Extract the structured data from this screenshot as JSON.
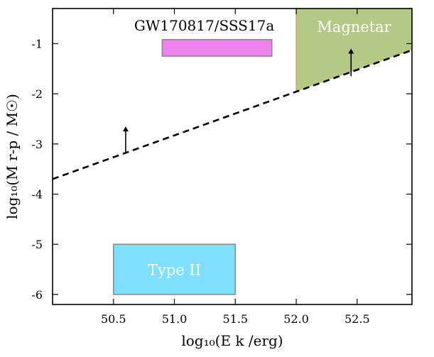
{
  "chart_data": {
    "type": "scatter",
    "title": "",
    "xlabel": "log₁₀(E k /erg)",
    "ylabel": "log₁₀(M r-p / M☉)",
    "xlim": [
      50.0,
      52.95
    ],
    "ylim": [
      -6.2,
      -0.3
    ],
    "x_ticks": [
      50.5,
      51.0,
      51.5,
      52.0,
      52.5
    ],
    "x_tick_labels": [
      "50.5",
      "51.0",
      "51.5",
      "52.0",
      "52.5"
    ],
    "y_ticks": [
      -1,
      -2,
      -3,
      -4,
      -5,
      -6
    ],
    "y_tick_labels": [
      "-1",
      "-2",
      "-3",
      "-4",
      "-5",
      "-6"
    ],
    "grid": false,
    "regions": [
      {
        "name": "GW170817/SSS17a",
        "label": "GW170817/SSS17a",
        "x": [
          50.9,
          51.8
        ],
        "y": [
          -1.25,
          -0.92
        ],
        "color": "#ee82ee",
        "label_position": "above"
      },
      {
        "name": "Type II",
        "label": "Type II",
        "x": [
          50.5,
          51.5
        ],
        "y": [
          -6.0,
          -5.0
        ],
        "color": "#7fdfff",
        "label_position": "inside"
      },
      {
        "name": "Magnetar",
        "label": "Magnetar",
        "x": [
          52.0,
          52.95
        ],
        "y_top": -0.3,
        "bounded_below_by": "threshold_line",
        "color": "#b5c987",
        "label_position": "inside"
      }
    ],
    "series": [
      {
        "kind": "dashed_line",
        "x": [
          50.0,
          52.95
        ],
        "y": [
          -3.7,
          -1.13
        ],
        "color": "#000000"
      }
    ],
    "arrows": [
      {
        "x": 50.6,
        "y_from": -3.18,
        "y_to": -2.65
      },
      {
        "x": 52.45,
        "y_from": -1.65,
        "y_to": -1.1
      }
    ]
  }
}
